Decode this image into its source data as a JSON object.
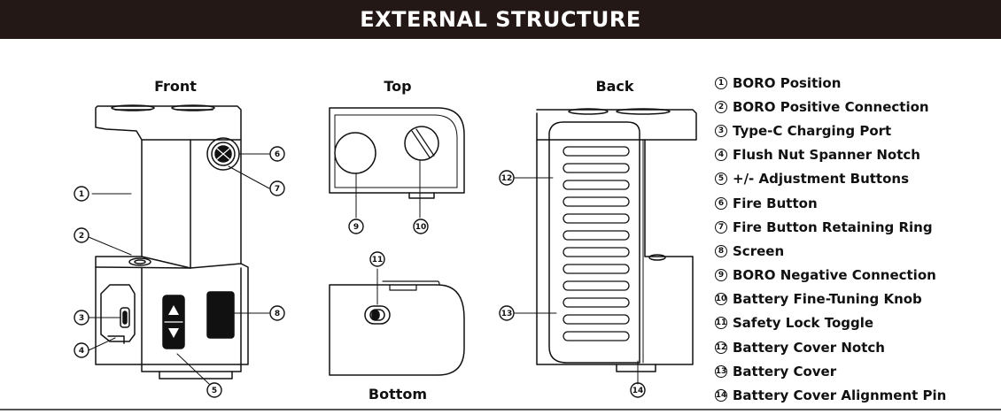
{
  "header": {
    "title": "EXTERNAL STRUCTURE"
  },
  "views": {
    "front": "Front",
    "top": "Top",
    "back": "Back",
    "bottom": "Bottom"
  },
  "callouts": [
    "1",
    "2",
    "3",
    "4",
    "5",
    "6",
    "7",
    "8",
    "9",
    "10",
    "11",
    "12",
    "13",
    "14"
  ],
  "legend": [
    {
      "num": "1",
      "label": "BORO Position"
    },
    {
      "num": "2",
      "label": "BORO Positive Connection"
    },
    {
      "num": "3",
      "label": "Type-C Charging Port"
    },
    {
      "num": "4",
      "label": "Flush Nut Spanner Notch"
    },
    {
      "num": "5",
      "label": "+/- Adjustment Buttons"
    },
    {
      "num": "6",
      "label": "Fire Button"
    },
    {
      "num": "7",
      "label": "Fire Button Retaining Ring"
    },
    {
      "num": "8",
      "label": "Screen"
    },
    {
      "num": "9",
      "label": "BORO Negative Connection"
    },
    {
      "num": "10",
      "label": "Battery Fine-Tuning Knob"
    },
    {
      "num": "11",
      "label": "Safety Lock Toggle"
    },
    {
      "num": "12",
      "label": "Battery Cover Notch"
    },
    {
      "num": "13",
      "label": "Battery Cover"
    },
    {
      "num": "14",
      "label": "Battery Cover Alignment Pin"
    }
  ]
}
